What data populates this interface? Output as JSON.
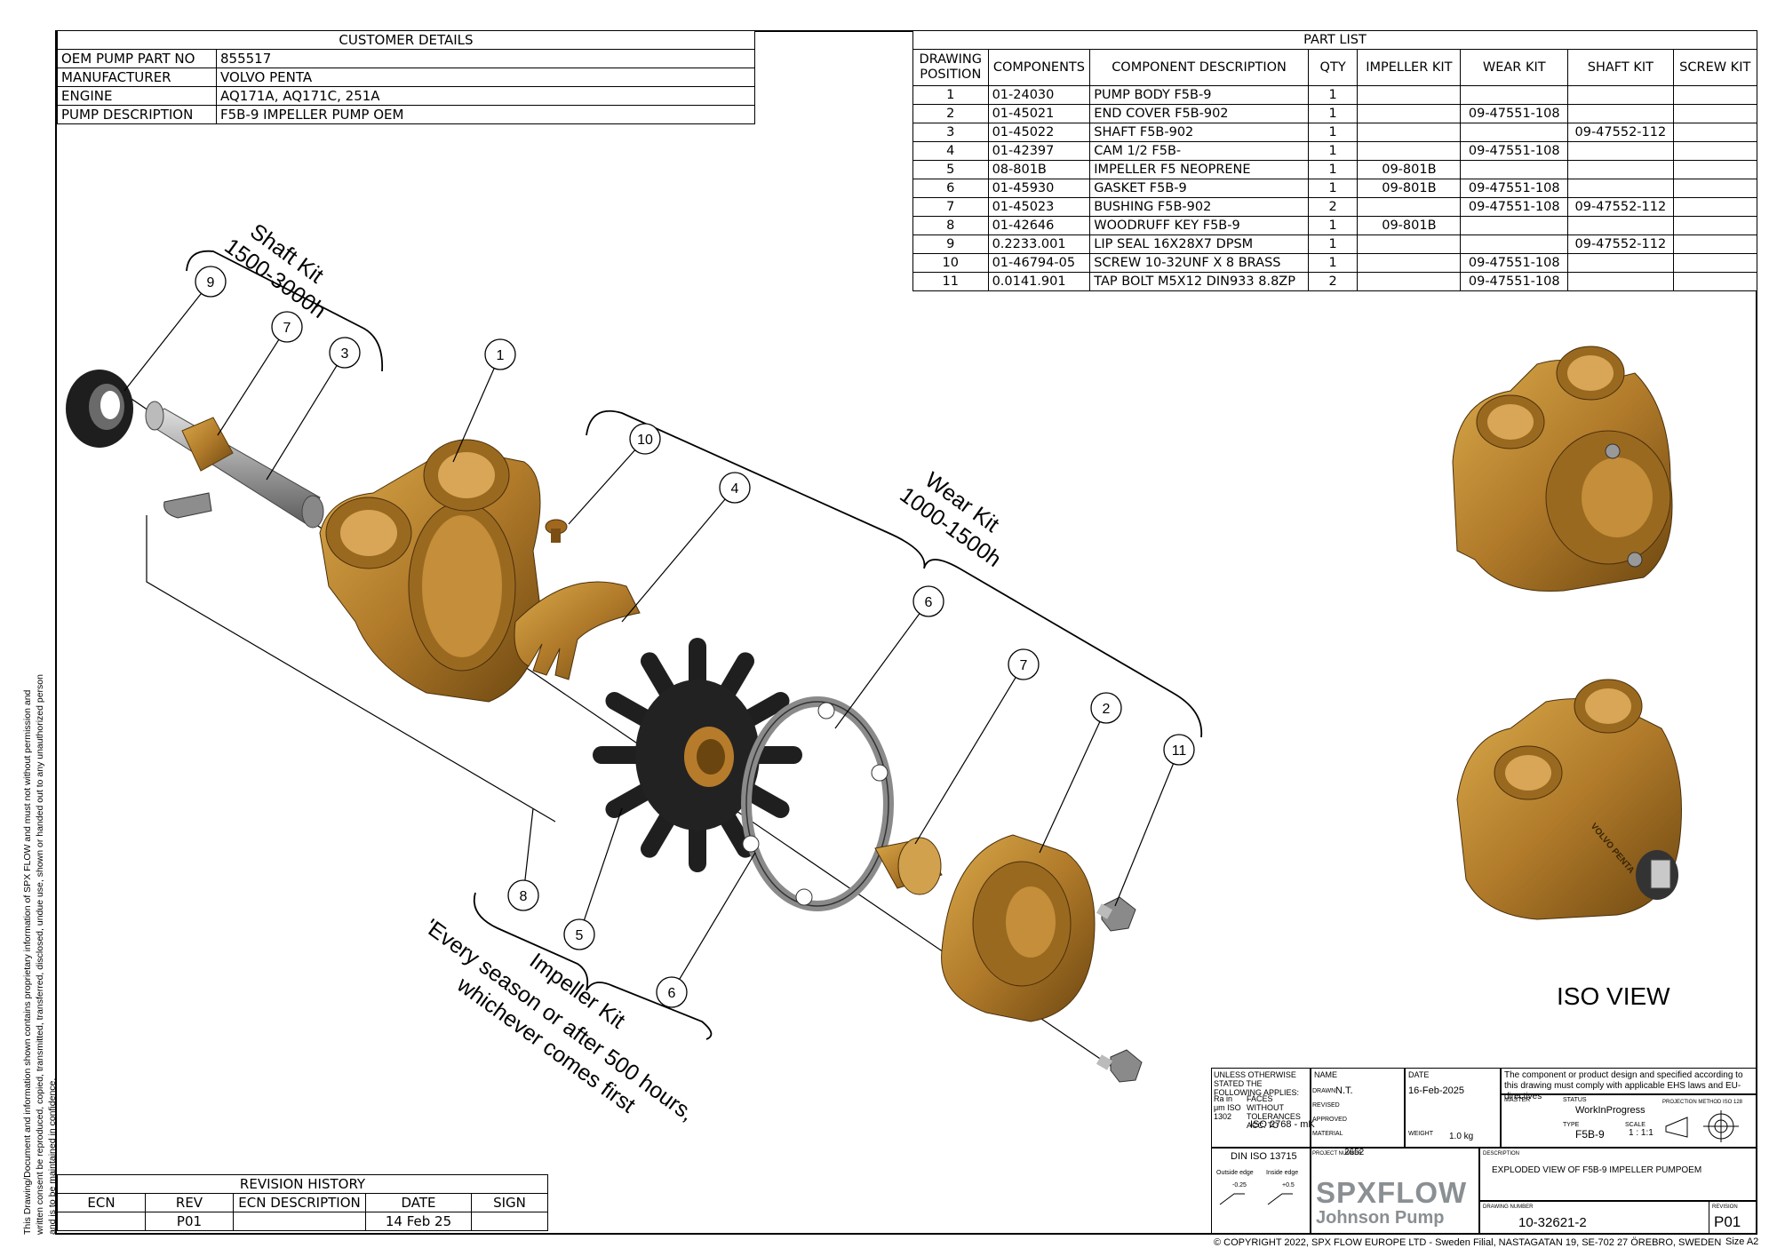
{
  "customer_details": {
    "title": "CUSTOMER DETAILS",
    "rows": [
      {
        "label": "OEM PUMP PART NO",
        "value": "855517"
      },
      {
        "label": "MANUFACTURER",
        "value": "VOLVO PENTA"
      },
      {
        "label": "ENGINE",
        "value": "AQ171A, AQ171C, 251A"
      },
      {
        "label": "PUMP DESCRIPTION",
        "value": "F5B-9 IMPELLER PUMP OEM"
      }
    ]
  },
  "part_list": {
    "title": "PART LIST",
    "headers": [
      "DRAWING POSITION",
      "COMPONENTS",
      "COMPONENT DESCRIPTION",
      "QTY",
      "IMPELLER KIT",
      "WEAR KIT",
      "SHAFT KIT",
      "SCREW KIT"
    ],
    "rows": [
      [
        "1",
        "01-24030",
        "PUMP BODY F5B-9",
        "1",
        "",
        "",
        "",
        ""
      ],
      [
        "2",
        "01-45021",
        "END COVER F5B-902",
        "1",
        "",
        "09-47551-108",
        "",
        ""
      ],
      [
        "3",
        "01-45022",
        "SHAFT F5B-902",
        "1",
        "",
        "",
        "09-47552-112",
        ""
      ],
      [
        "4",
        "01-42397",
        "CAM 1/2 F5B-",
        "1",
        "",
        "09-47551-108",
        "",
        ""
      ],
      [
        "5",
        "08-801B",
        "IMPELLER F5 NEOPRENE",
        "1",
        "09-801B",
        "",
        "",
        ""
      ],
      [
        "6",
        "01-45930",
        "GASKET F5B-9",
        "1",
        "09-801B",
        "09-47551-108",
        "",
        ""
      ],
      [
        "7",
        "01-45023",
        "BUSHING F5B-902",
        "2",
        "",
        "09-47551-108",
        "09-47552-112",
        ""
      ],
      [
        "8",
        "01-42646",
        "WOODRUFF KEY F5B-9",
        "1",
        "09-801B",
        "",
        "",
        ""
      ],
      [
        "9",
        "0.2233.001",
        "LIP SEAL 16X28X7 DPSM",
        "1",
        "",
        "",
        "09-47552-112",
        ""
      ],
      [
        "10",
        "01-46794-05",
        "SCREW 10-32UNF X 8 BRASS",
        "1",
        "",
        "09-47551-108",
        "",
        ""
      ],
      [
        "11",
        "0.0141.901",
        "TAP BOLT M5X12 DIN933 8.8ZP",
        "2",
        "",
        "09-47551-108",
        "",
        ""
      ]
    ]
  },
  "revision_history": {
    "title": "REVISION HISTORY",
    "headers": [
      "ECN",
      "REV",
      "ECN DESCRIPTION",
      "DATE",
      "SIGN"
    ],
    "rows": [
      [
        "",
        "P01",
        "",
        "14 Feb 25",
        ""
      ]
    ]
  },
  "drawing": {
    "callouts": [
      "1",
      "2",
      "3",
      "4",
      "5",
      "6",
      "6",
      "7",
      "7",
      "8",
      "9",
      "10",
      "11"
    ],
    "shaft_kit": [
      "Shaft Kit",
      "1500-3000h"
    ],
    "wear_kit": [
      "Wear Kit",
      "1000-1500h"
    ],
    "impeller_kit": [
      "Impeller Kit",
      "'Every season or after 500 hours,",
      "whichever comes first"
    ],
    "iso_view": "ISO VIEW",
    "brand_on_part": "VOLVO PENTA"
  },
  "title_block": {
    "unless_stated": "UNLESS OTHERWISE STATED THE FOLLOWING APPLIES:",
    "ra": "Ra in μm ISO 1302",
    "faces": "FACES WITHOUT TOLERANCES ACC. TO",
    "iso_2768": "ISO 2768 - mK",
    "name_label": "NAME",
    "date_label": "DATE",
    "drawn_label": "DRAWN",
    "drawn_name": "N.T.",
    "drawn_date": "16-Feb-2025",
    "revised_label": "REVISED",
    "approved_label": "APPROVED",
    "material_label": "MATERIAL",
    "weight_label": "WEIGHT",
    "weight": "1.0 kg",
    "master_label": "MASTER",
    "status_label": "STATUS",
    "status": "WorkInProgress",
    "projection_label": "PROJECTION METHOD ISO 128",
    "type_label": "TYPE",
    "type": "F5B-9",
    "scale_label": "SCALE",
    "scale": "1 : 1:1",
    "project_number_label": "PROJECT NUMBER",
    "project_number": "2652",
    "din": "DIN ISO 13715",
    "outside_edge": "Outside edge",
    "inside_edge": "Inside edge",
    "outside_val": "-0.25",
    "inside_val": "+0.5",
    "description_label": "DESCRIPTION",
    "description": "EXPLODED VIEW OF F5B-9 IMPELLER PUMPOEM",
    "compliance": "The component or product design and specified according to this drawing must comply with applicable EHS laws and EU-directives",
    "drawing_number_label": "DRAWING NUMBER",
    "drawing_number": "10-32621-2",
    "revision_label": "REVISION",
    "revision": "P01",
    "logo_main": "SPXFLOW",
    "logo_sub": "Johnson Pump"
  },
  "sheet": {
    "copyright": "© COPYRIGHT 2022, SPX FLOW EUROPE LTD - Sweden Filial, NASTAGATAN 19, SE-702 27 ÖREBRO, SWEDEN",
    "size": "Size  A2",
    "confidential": "This Drawing/Document and information shown contains proprietary information of SPX FLOW and must not without permission and written consent be reproduced, copied, transmitted, transferred, disclosed, undue use, shown or handed out to any unauthorized person and is to be maintained in confidence."
  },
  "colors": {
    "brass": "#b07a2a",
    "brass_dark": "#6d4710",
    "rubber": "#1d1d1d",
    "steel": "#a9a9a9"
  }
}
